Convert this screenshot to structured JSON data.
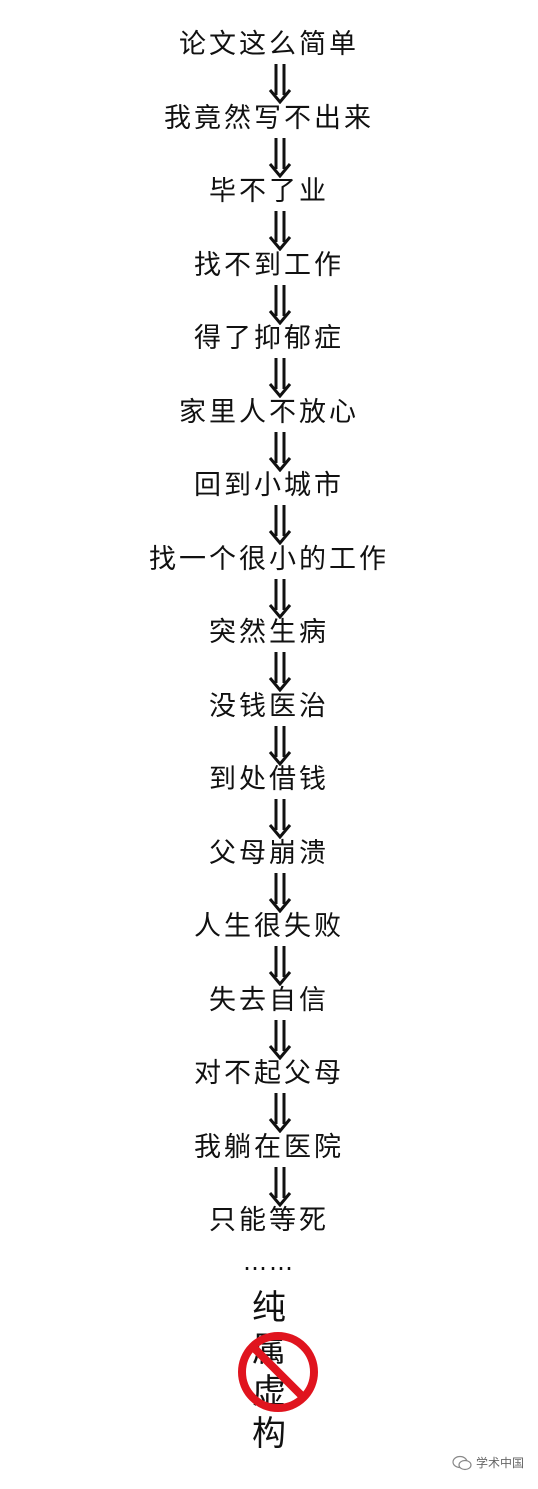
{
  "steps": [
    "论文这么简单",
    "我竟然写不出来",
    "毕不了业",
    "找不到工作",
    "得了抑郁症",
    "家里人不放心",
    "回到小城市",
    "找一个很小的工作",
    "突然生病",
    "没钱医治",
    "到处借钱",
    "父母崩溃",
    "人生很失败",
    "失去自信",
    "对不起父母",
    "我躺在医院",
    "只能等死"
  ],
  "ellipsis": "……",
  "stamp": {
    "chars": [
      "纯",
      "属",
      "虚",
      "构"
    ],
    "sign_color": "#e0141e"
  },
  "watermark": {
    "text": "学术中国",
    "icon": "wechat-icon"
  }
}
